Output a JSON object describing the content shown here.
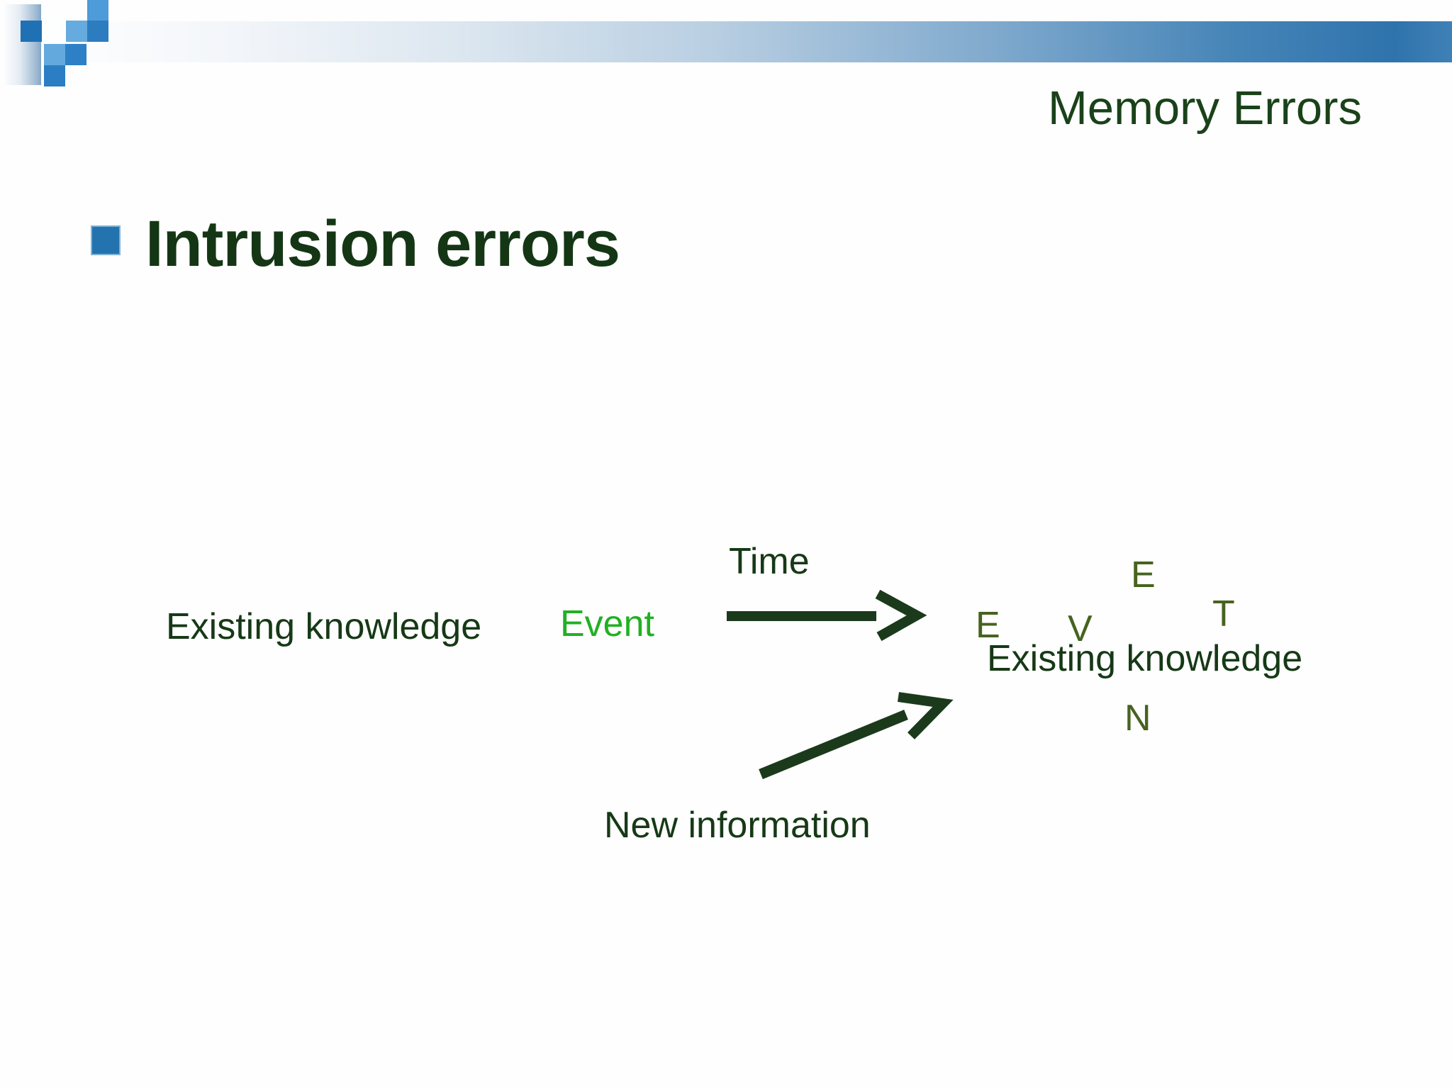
{
  "slide": {
    "header": {
      "title": "Memory Errors"
    },
    "bullet": {
      "heading": "Intrusion errors"
    },
    "diagram": {
      "existing_knowledge_left": "Existing knowledge",
      "event_label": "Event",
      "time_label": "Time",
      "new_information_label": "New information",
      "existing_knowledge_right": "Existing knowledge",
      "scattered_letters": [
        {
          "char": "E"
        },
        {
          "char": "T"
        },
        {
          "char": "E"
        },
        {
          "char": "V"
        },
        {
          "char": "N"
        }
      ]
    },
    "colors": {
      "band_blue": "#2f73ad",
      "bullet_blue": "#2373ae",
      "title_green": "#1a421a",
      "text_dark_green": "#163916",
      "event_green": "#21b024",
      "letter_olive": "#47631f",
      "arrow_green": "#1b3a1b"
    }
  }
}
